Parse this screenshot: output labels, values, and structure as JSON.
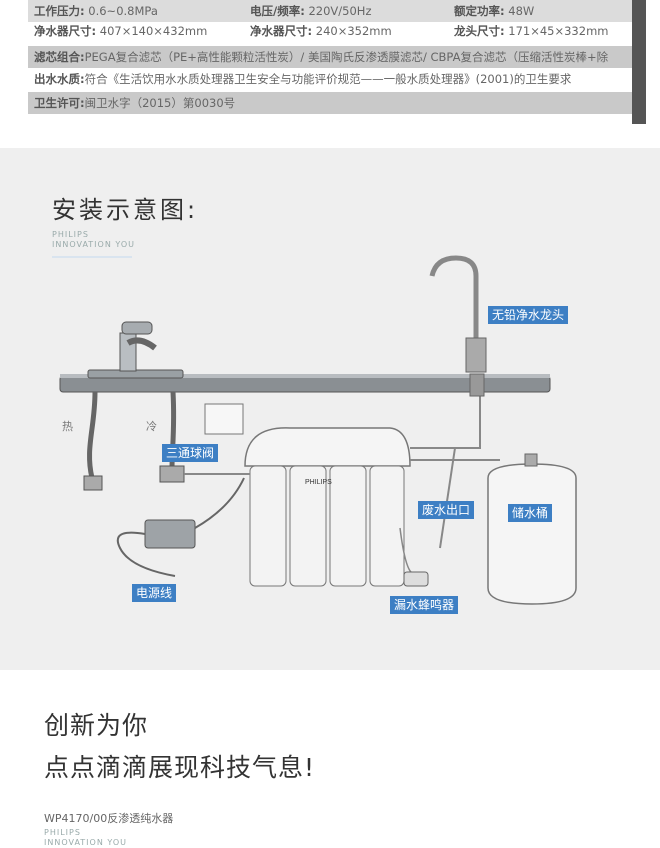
{
  "specs": {
    "row1": [
      {
        "label": "工作压力:",
        "value": "0.6~0.8MPa"
      },
      {
        "label": "电压/频率:",
        "value": "220V/50Hz"
      },
      {
        "label": "额定功率:",
        "value": "48W"
      }
    ],
    "row2": [
      {
        "label": "净水器尺寸:",
        "value": "407×140×432mm"
      },
      {
        "label": "净水器尺寸:",
        "value": "240×352mm"
      },
      {
        "label": "龙头尺寸:",
        "value": "171×45×332mm"
      }
    ],
    "filter": {
      "label": "滤芯组合:",
      "value": "PEGA复合滤芯（PE+高性能颗粒活性炭）/ 美国陶氏反渗透膜滤芯/ CBPA复合滤芯（压缩活性炭棒+除"
    },
    "outlet": {
      "label": "出水水质:",
      "value": "符合《生活饮用水水质处理器卫生安全与功能评价规范——一般水质处理器》(2001)的卫生要求"
    },
    "permit": {
      "label": "卫生许可:",
      "value": "闽卫水字（2015）第0030号"
    }
  },
  "diagram": {
    "title": "安装示意图:",
    "brand_line1": "PHILIPS",
    "brand_line2": "INNOVATION YOU",
    "unit_logo": "PHILIPS",
    "tags": {
      "faucet": "无铅净水龙头",
      "valve": "三通球阀",
      "waste": "废水出口",
      "tank": "储水桶",
      "power": "电源线",
      "buzzer": "漏水蜂鸣器"
    },
    "hot": "热",
    "cold": "冷"
  },
  "slogan": {
    "line1": "创新为你",
    "line2": "点点滴滴展现科技气息!"
  },
  "footer": {
    "model": "WP4170/00反渗透纯水器",
    "brand_line1": "PHILIPS",
    "brand_line2": "INNOVATION YOU"
  },
  "colors": {
    "tag_bg": "#3d7fc4",
    "diagram_bg": "#efefef",
    "band": "#dcdcdc"
  }
}
